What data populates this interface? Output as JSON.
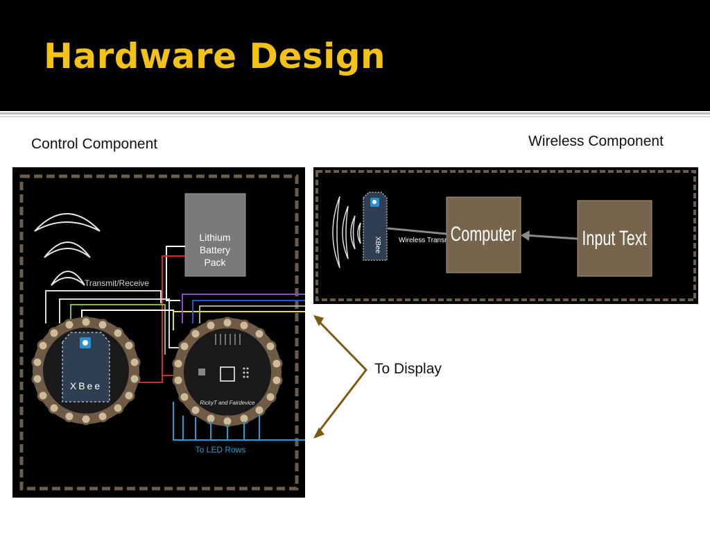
{
  "slide": {
    "title": "Hardware Design",
    "labels": {
      "control": "Control Component",
      "wireless": "Wireless Component",
      "to_display": "To Display"
    }
  },
  "control_diagram": {
    "battery_lines": [
      "Lithium",
      "Battery",
      "Pack"
    ],
    "transmit_label": "Transmit/Receive",
    "xbee_label": "XBee",
    "board_label": "RickyT and Fairdevice",
    "led_label": "To LED Rows"
  },
  "wireless_diagram": {
    "xbee_label": "XBee",
    "transmitter_label": "Wireless Transmitter",
    "computer_label": "Computer",
    "input_label": "Input Text"
  },
  "colors": {
    "header_bg": "#000000",
    "title": "#f2c316",
    "dashed_border": "#6b5d4a",
    "box_fill": "#76654c",
    "battery_fill": "#7a7a7a",
    "arrow": "#7a5a12",
    "led_wire": "#1e9fd8"
  }
}
